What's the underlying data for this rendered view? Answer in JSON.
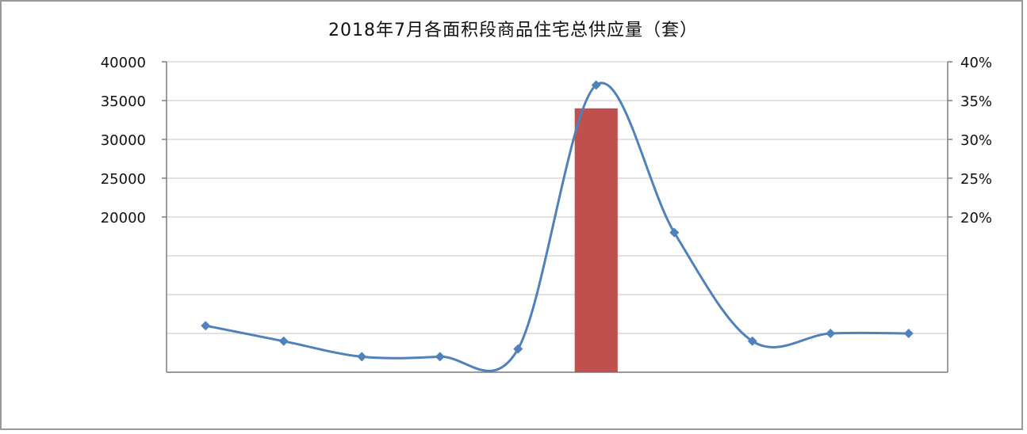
{
  "chart_data": {
    "type": "bar",
    "title": "2018年7月各面积段商品住宅总供应量（套）",
    "xlabel": "",
    "ylabel": "",
    "ylim": [
      0,
      40000
    ],
    "y2lim": [
      0,
      0.4
    ],
    "y_ticks": [
      "40000",
      "35000",
      "30000",
      "25000",
      "20000"
    ],
    "y2_ticks": [
      "40%",
      "35%",
      "30%",
      "25%",
      "20%"
    ],
    "grid": true,
    "bar_color": "#c0504d",
    "line_color": "#4f81bd",
    "categories": [],
    "series": [
      {
        "values": [
          0,
          0,
          0,
          0,
          0,
          34000,
          0,
          0,
          0,
          0
        ]
      },
      {
        "values": [
          0.06,
          0.04,
          0.02,
          0.02,
          0.03,
          0.37,
          0.18,
          0.04,
          0.05,
          0.05
        ]
      }
    ]
  }
}
